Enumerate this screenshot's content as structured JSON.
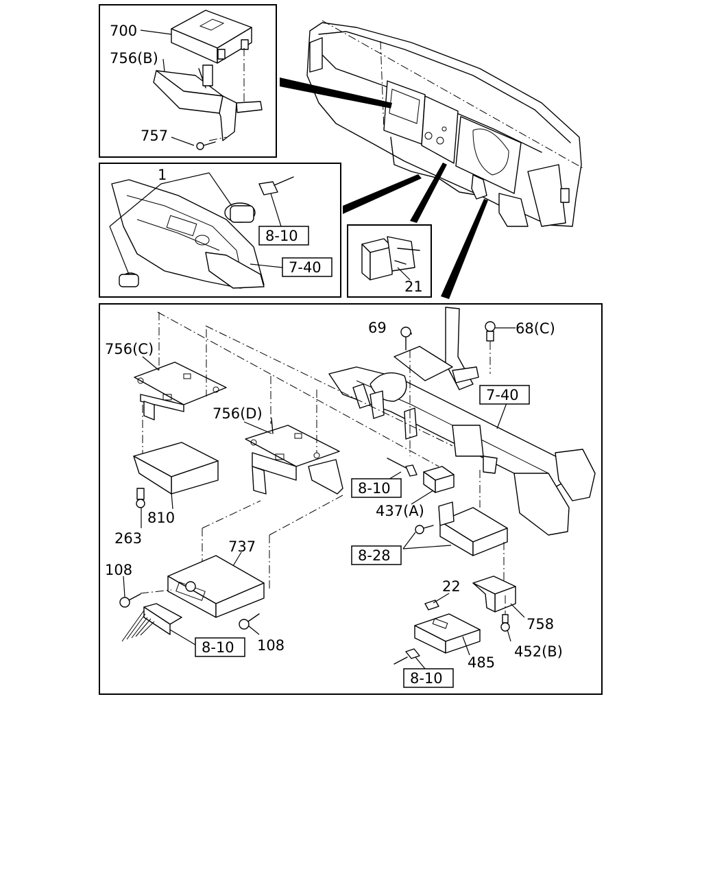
{
  "labels": {
    "p700": "700",
    "p756b": "756(B)",
    "p757": "757",
    "p1": "1",
    "p21": "21",
    "p69": "69",
    "p68c": "68(C)",
    "p756c": "756(C)",
    "p756d": "756(D)",
    "p263": "263",
    "p810": "810",
    "p737": "737",
    "p108a": "108",
    "p108b": "108",
    "p437a": "437(A)",
    "p22": "22",
    "p758": "758",
    "p452b": "452(B)",
    "p485": "485"
  },
  "refs": {
    "r810_top": "8-10",
    "r740_top": "7-40",
    "r740_main": "7-40",
    "r810_mid": "8-10",
    "r828": "8-28",
    "r810_bl": "8-10",
    "r810_br": "8-10"
  }
}
